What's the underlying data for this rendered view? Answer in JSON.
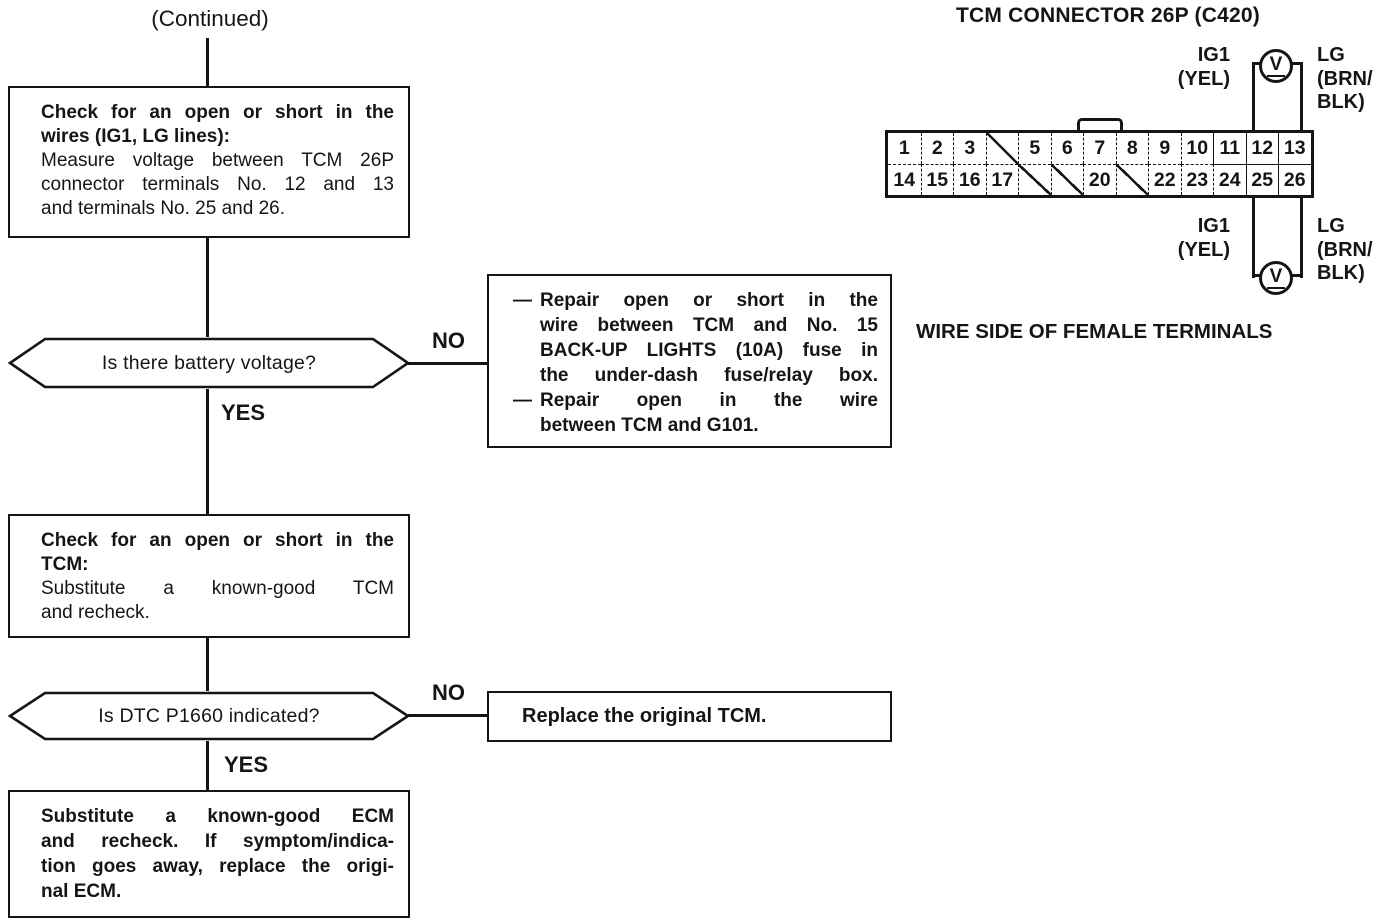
{
  "colors": {
    "ink": "#151515",
    "paper": "#ffffff"
  },
  "header": {
    "continued": "(Continued)"
  },
  "flow": {
    "no_label": "NO",
    "yes_label": "YES",
    "box1": {
      "b1": "Check for an open or short in the",
      "b2": "wires (IG1, LG lines):",
      "l1": "Measure voltage between TCM 26P",
      "l2": "connector terminals No. 12 and 13",
      "l3": "and terminals No. 25 and 26."
    },
    "q1": "Is there battery voltage?",
    "repair": {
      "dash": "—",
      "i1l1": "Repair open or short in the",
      "i1l2": "wire between TCM and No. 15",
      "i1l3": "BACK-UP LIGHTS (10A) fuse in",
      "i1l4": "the under-dash fuse/relay box.",
      "i2l1": "Repair open in the wire",
      "i2l2": "between TCM and G101."
    },
    "box2": {
      "b1": "Check for an open or short in the",
      "b2": "TCM:",
      "l1": "Substitute a known-good TCM",
      "l2": "and recheck."
    },
    "q2": "Is DTC P1660 indicated?",
    "replace": "Replace the original TCM.",
    "box3": {
      "l1": "Substitute a known-good ECM",
      "l2": "and recheck. If symptom/indica-",
      "l3": "tion goes away, replace the origi-",
      "l4": "nal ECM."
    }
  },
  "connector": {
    "title": "TCM CONNECTOR 26P (C420)",
    "wire_side": "WIRE SIDE OF FEMALE TERMINALS",
    "voltmeter_symbol": "V",
    "ig1": "IG1",
    "ig1_wire": "(YEL)",
    "lg": "LG",
    "lg_wire1": "(BRN/",
    "lg_wire2": "BLK)",
    "row1": [
      "1",
      "2",
      "3",
      "",
      "5",
      "6",
      "7",
      "8",
      "9",
      "10",
      "11",
      "12",
      "13"
    ],
    "row2": [
      "14",
      "15",
      "16",
      "17",
      "",
      "",
      "20",
      "",
      "22",
      "23",
      "24",
      "25",
      "26"
    ]
  }
}
